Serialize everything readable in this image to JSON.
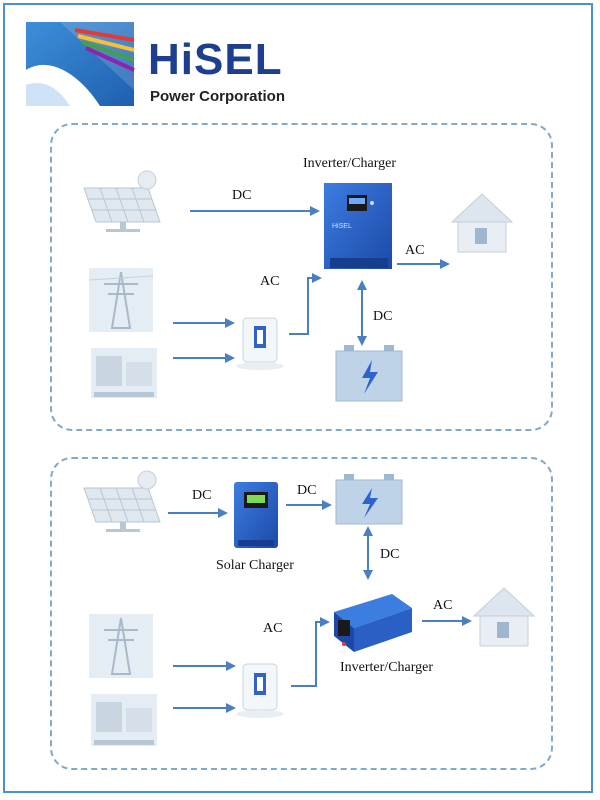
{
  "logo": {
    "brand": "HiSEL",
    "subtitle": "Power Corporation"
  },
  "diagram_top": {
    "inverter_label": "Inverter/Charger",
    "dc_solar": "DC",
    "ac_out": "AC",
    "ac_in": "AC",
    "dc_battery": "DC"
  },
  "diagram_bottom": {
    "dc_solar": "DC",
    "dc_to_battery": "DC",
    "solar_charger_label": "Solar Charger",
    "dc_battery": "DC",
    "ac_in": "AC",
    "ac_out": "AC",
    "inverter_label": "Inverter/Charger"
  },
  "colors": {
    "arrow": "#4a7fc1",
    "brand": "#1e3f8f",
    "frame": "#4a90d9",
    "device": "#2f63c9"
  }
}
